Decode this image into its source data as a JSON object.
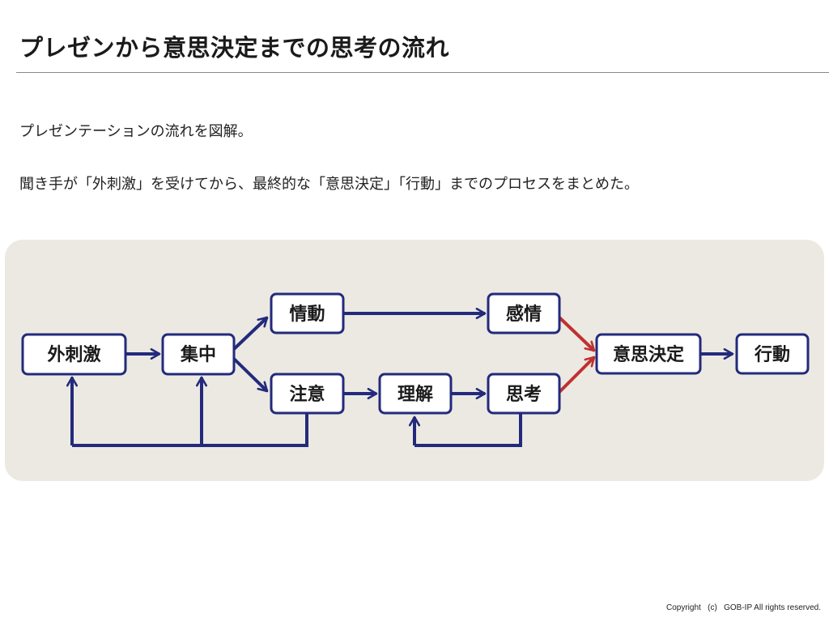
{
  "slide": {
    "title": "プレゼンから意思決定までの思考の流れ",
    "description_1": "プレゼンテーションの流れを図解。",
    "description_2": "聞き手が「外刺激」を受けてから、最終的な「意思決定」「行動」までのプロセスをまとめた。",
    "copyright": "Copyright   (c)   GOB-IP All rights reserved."
  },
  "diagram": {
    "nodes": {
      "external_stimulus": "外刺激",
      "concentration": "集中",
      "emotion": "情動",
      "attention": "注意",
      "understanding": "理解",
      "feeling": "感情",
      "thinking": "思考",
      "decision": "意思決定",
      "action": "行動"
    },
    "colors": {
      "flow_arrow": "#232a7c",
      "decision_arrow": "#c0312f",
      "node_border": "#232a7c",
      "panel_background": "#ece9e2"
    }
  }
}
